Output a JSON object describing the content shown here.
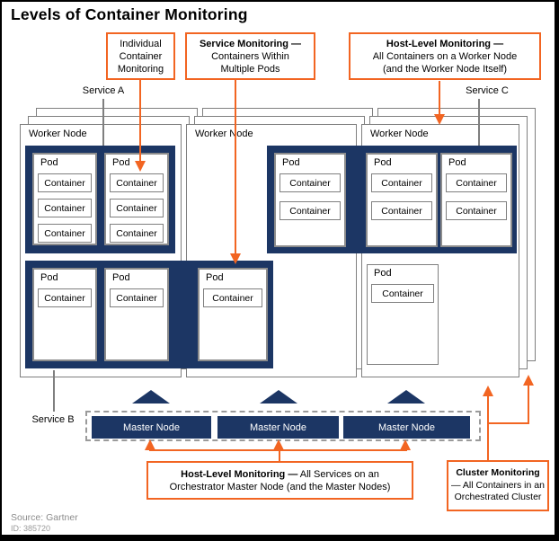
{
  "title": "Levels of Container Monitoring",
  "callouts": {
    "individual": {
      "line1": "Individual",
      "line2": "Container",
      "line3": "Monitoring"
    },
    "service": {
      "bold": "Service Monitoring —",
      "line2": "Containers Within",
      "line3": "Multiple Pods"
    },
    "host_worker": {
      "bold": "Host-Level Monitoring —",
      "line2": "All Containers on a Worker Node",
      "line3": "(and the Worker Node Itself)"
    },
    "host_master": {
      "bold": "Host-Level Monitoring —",
      "rest": "All Services on an",
      "line2": "Orchestrator Master Node (and the Master Nodes)"
    },
    "cluster": {
      "bold": "Cluster Monitoring",
      "line2": "— All Containers in an",
      "line3": "Orchestrated Cluster"
    }
  },
  "labels": {
    "service_a": "Service A",
    "service_b": "Service B",
    "service_c": "Service C",
    "worker_node": "Worker Node",
    "pod": "Pod",
    "container": "Container",
    "master_node": "Master Node"
  },
  "source": {
    "line1": "Source: Gartner",
    "line2": "ID: 385720"
  },
  "colors": {
    "orange": "#F26522",
    "navy": "#1C3664",
    "border_gray": "#7F7F7F"
  }
}
